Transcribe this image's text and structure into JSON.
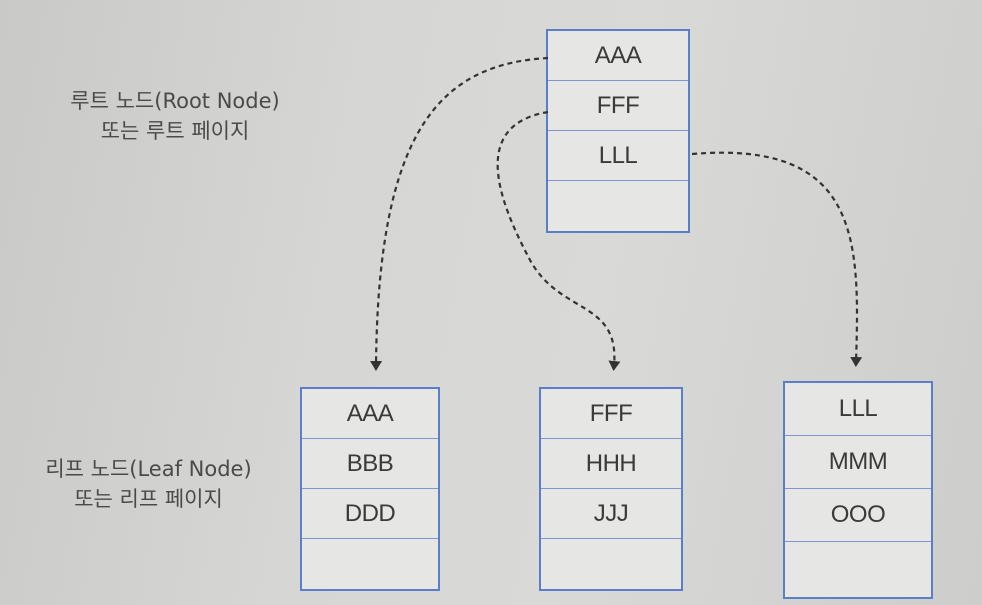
{
  "root_label": {
    "line1": "루트 노드(Root Node)",
    "line2": "또는 루트 페이지"
  },
  "leaf_label": {
    "line1": "리프 노드(Leaf Node)",
    "line2": "또는 리프 페이지"
  },
  "root_node": {
    "keys": [
      "AAA",
      "FFF",
      "LLL",
      ""
    ]
  },
  "leaf_nodes": [
    {
      "keys": [
        "AAA",
        "BBB",
        "DDD",
        ""
      ]
    },
    {
      "keys": [
        "FFF",
        "HHH",
        "JJJ",
        ""
      ]
    },
    {
      "keys": [
        "LLL",
        "MMM",
        "OOO",
        ""
      ]
    }
  ],
  "colors": {
    "node_border": "#5b7ec8",
    "arrow": "#333333"
  }
}
